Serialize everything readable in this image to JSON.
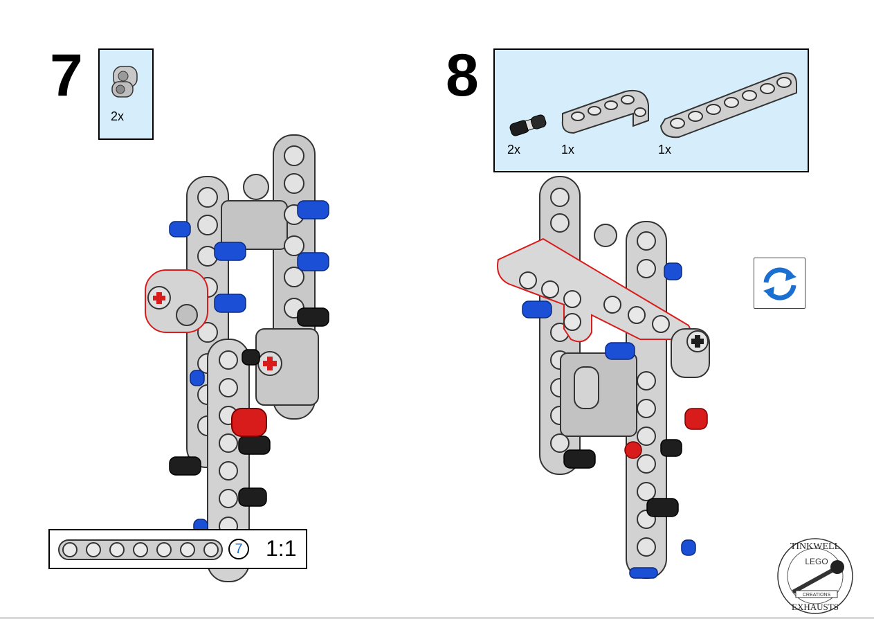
{
  "steps": [
    {
      "number": "7",
      "parts": [
        {
          "name": "pin-connector-perpendicular",
          "qty": "2x"
        }
      ]
    },
    {
      "number": "8",
      "parts": [
        {
          "name": "axle-pin-black",
          "qty": "2x"
        },
        {
          "name": "l-beam-2x4",
          "qty": "1x"
        },
        {
          "name": "liftarm-7",
          "qty": "1x"
        }
      ]
    }
  ],
  "ruler": {
    "length": "7",
    "scale": "1:1"
  },
  "controls": {
    "rotate_icon": "rotate-arrows-icon",
    "accent": "#1a6fd1"
  },
  "colors": {
    "parts_box_bg": "#d6edfb",
    "beam_gray": "#c8c8c8",
    "pin_blue": "#1b4fd6",
    "pin_red": "#d81c1c",
    "pin_black": "#1e1e1e"
  },
  "logo": {
    "text_top": "TINKWELL",
    "text_mid": "LEGO",
    "text_banner": "CREATIONS",
    "text_bottom": "EXHAUSTS"
  }
}
